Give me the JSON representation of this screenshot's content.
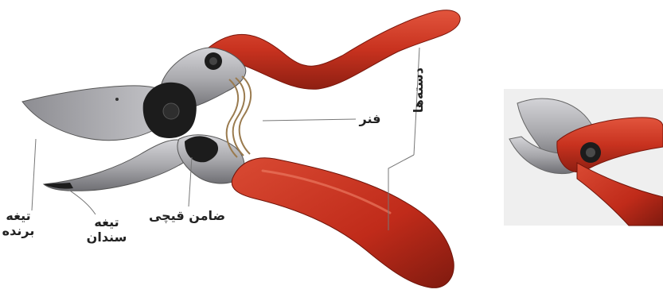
{
  "labels": {
    "cutting_blade": {
      "line1": "تیغه",
      "line2": "برنده"
    },
    "anvil_blade": {
      "line1": "تیغه",
      "line2": "سندان"
    },
    "safety_catch": "ضامن قیچی",
    "spring": "فنر",
    "handles": "دسته‌ها"
  },
  "colors": {
    "handle_red": "#c8321f",
    "handle_dark": "#8e1f12",
    "blade_steel": "#a9a9ad",
    "blade_dark": "#6f6f74",
    "pivot_black": "#1c1c1c",
    "leader_line": "#777777",
    "label_text": "#222222"
  },
  "icons": {
    "main_tool": "pruning-shears-icon",
    "side_tool": "pruning-shears-closeup-icon"
  }
}
